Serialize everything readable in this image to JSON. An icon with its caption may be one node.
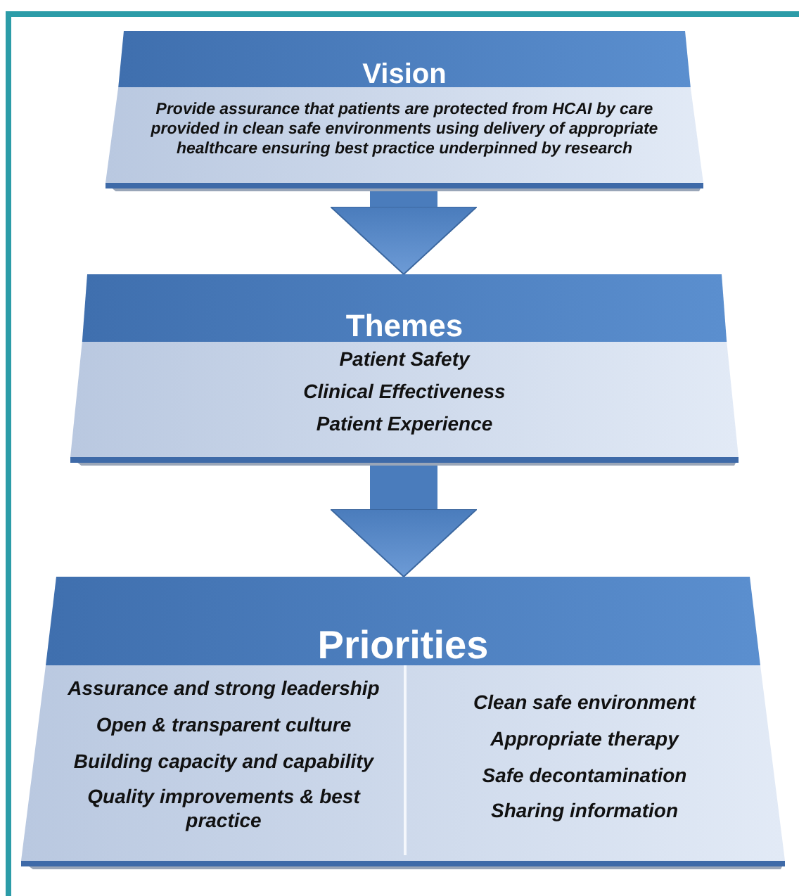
{
  "diagram": {
    "nodes": [
      {
        "text": [
          "Vision",
          "Provide assurance that patients are protected from HCAI by care provided in clean safe environments using delivery of appropriate healthcare ensuring best practice underpinned by research"
        ]
      },
      {
        "text": [
          "Themes",
          "Patient Safety",
          "Clinical Effectiveness",
          "Patient Experience"
        ]
      },
      {
        "text": [
          "Priorities"
        ]
      },
      {
        "text": [
          "Assurance and strong leadership",
          "Open & transparent culture",
          "Building capacity and capability",
          "Quality improvements & best practice"
        ],
        "in": 2
      },
      {
        "text": [
          "Clean safe environment",
          "Appropriate therapy",
          "Safe decontamination",
          "Sharing information"
        ],
        "in": 2
      }
    ],
    "edges": [
      {
        "from": 0,
        "to": 1,
        "arrow": "to"
      },
      {
        "from": 1,
        "to": 2,
        "arrow": "to"
      }
    ]
  }
}
